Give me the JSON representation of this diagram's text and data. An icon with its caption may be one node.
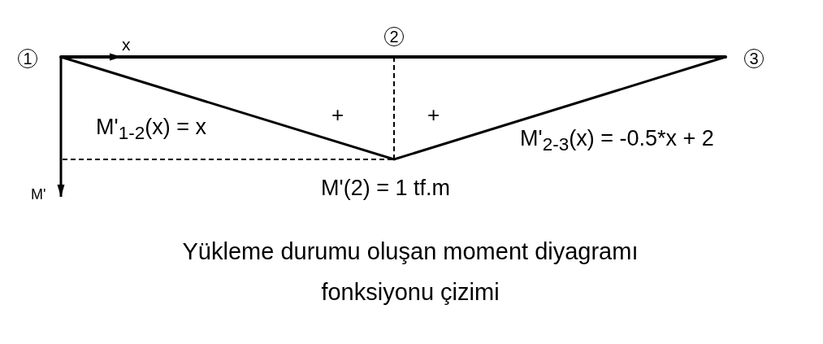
{
  "diagram": {
    "caption": "Yükleme durumu oluşan moment diyagramı fonksiyonu çizimi",
    "nodes": [
      {
        "text": [
          "1"
        ]
      },
      {
        "text": [
          "2"
        ]
      },
      {
        "text": [
          "3"
        ]
      }
    ],
    "labels": [
      "x",
      "M'",
      "M'$_{1-2}$(x) = x",
      "+",
      "+",
      "M'$_{2-3}$(x) = -0.5*x + 2",
      "M'(2) = 1 tf.m"
    ]
  }
}
